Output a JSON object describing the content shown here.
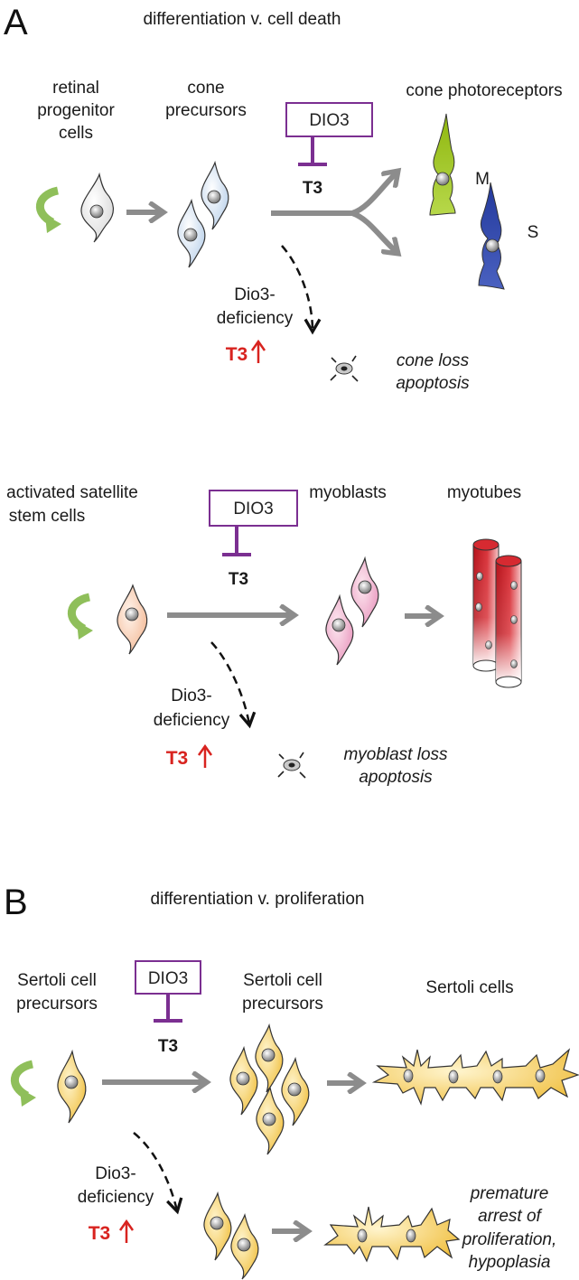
{
  "panel_a": {
    "letter": "A",
    "title": "differentiation v. cell death",
    "retina": {
      "progenitor_label": [
        "retinal",
        "progenitor",
        "cells"
      ],
      "precursor_label": [
        "cone",
        "precursors"
      ],
      "photoreceptor_label": "cone photoreceptors",
      "m_label": "M",
      "s_label": "S",
      "enzyme": "DIO3",
      "hormone": "T3",
      "deficiency_label": [
        "Dio3-",
        "deficiency"
      ],
      "t3_up": "T3",
      "outcome": [
        "cone loss",
        "apoptosis"
      ]
    },
    "muscle": {
      "stem_label": [
        "activated satellite",
        "stem cells"
      ],
      "myoblast_label": "myoblasts",
      "myotube_label": "myotubes",
      "enzyme": "DIO3",
      "hormone": "T3",
      "deficiency_label": [
        "Dio3-",
        "deficiency"
      ],
      "t3_up": "T3",
      "outcome": [
        "myoblast loss",
        "apoptosis"
      ]
    }
  },
  "panel_b": {
    "letter": "B",
    "title": "differentiation v. proliferation",
    "precursor_label_left": [
      "Sertoli cell",
      "precursors"
    ],
    "precursor_label_mid": [
      "Sertoli cell",
      "precursors"
    ],
    "sertoli_label": "Sertoli cells",
    "enzyme": "DIO3",
    "hormone": "T3",
    "deficiency_label": [
      "Dio3-",
      "deficiency"
    ],
    "t3_up": "T3",
    "outcome": [
      "premature",
      "arrest of",
      "proliferation,",
      "hypoplasia"
    ]
  },
  "colors": {
    "arrow_gray": "#8c8c8c",
    "inhibitor_purple": "#7b2f91",
    "red": "#d8231f",
    "cycle_green": "#8fbf5a",
    "cone_m_green": "#9bc41e",
    "cone_s_blue": "#2c44a8",
    "myotube_red": "#c8181e",
    "sertoli_yellow": "#f3c64c"
  }
}
